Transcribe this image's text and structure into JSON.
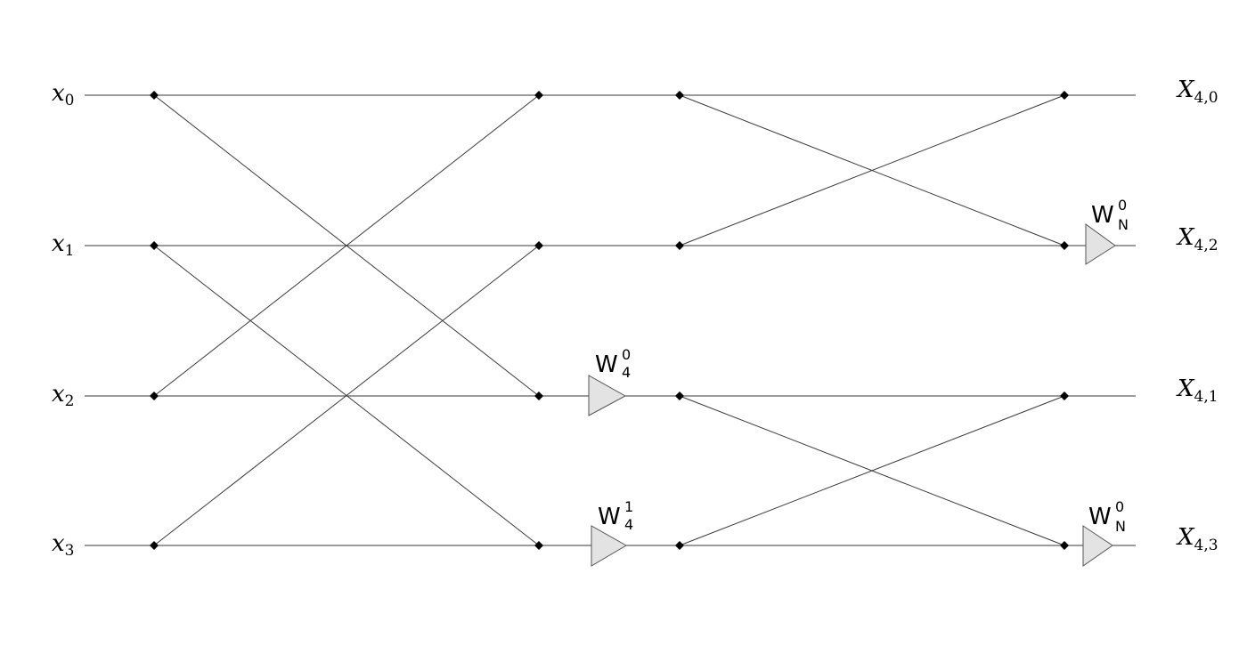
{
  "inputs": [
    {
      "base": "x",
      "sub": "0"
    },
    {
      "base": "x",
      "sub": "1"
    },
    {
      "base": "x",
      "sub": "2"
    },
    {
      "base": "x",
      "sub": "3"
    }
  ],
  "outputs": [
    {
      "base": "X",
      "sub": "4,0"
    },
    {
      "base": "X",
      "sub": "4,2"
    },
    {
      "base": "X",
      "sub": "4,1"
    },
    {
      "base": "X",
      "sub": "4,3"
    }
  ],
  "twiddles": [
    {
      "base": "W",
      "sup": "0",
      "sub": "4"
    },
    {
      "base": "W",
      "sup": "1",
      "sub": "4"
    },
    {
      "base": "W",
      "sup": "0",
      "sub": "N"
    },
    {
      "base": "W",
      "sup": "0",
      "sub": "N"
    }
  ]
}
